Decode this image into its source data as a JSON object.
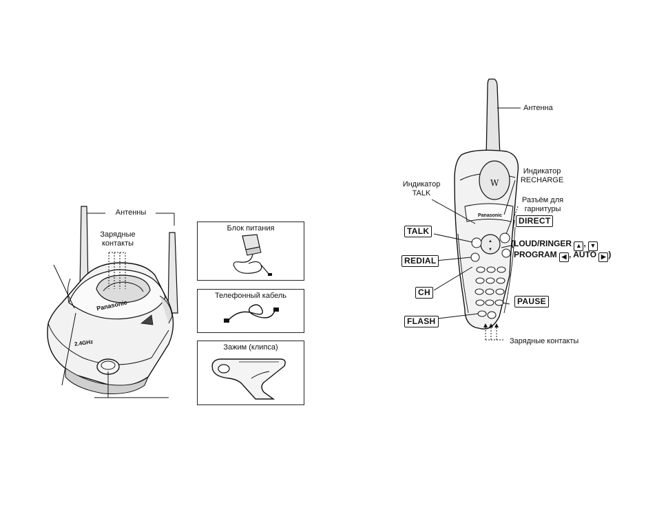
{
  "base": {
    "antennas_label": "Антенны",
    "charge_contacts_label": "Зарядные\nконтакты",
    "brand": "Panasonic",
    "badge": "2.4GHz"
  },
  "accessories": [
    {
      "name": "power-adapter",
      "label": "Блок питания"
    },
    {
      "name": "phone-cable",
      "label": "Телефонный кабель"
    },
    {
      "name": "belt-clip",
      "label": "Зажим (клипса)"
    }
  ],
  "handset": {
    "antenna_label": "Антенна",
    "recharge_indicator_label": "Индикатор\nRECHARGE",
    "talk_indicator_label": "Индикатор\nTALK",
    "headset_jack_label": "Разъём для\nгарнитуры",
    "brand": "Panasonic",
    "keys": {
      "talk": "TALK",
      "direct": "DIRECT",
      "redial": "REDIAL",
      "ch": "CH",
      "pause": "PAUSE",
      "flash": "FLASH",
      "loud_ringer": "(LOUD/RINGER",
      "program": "PROGRAM",
      "auto": "AUTO"
    },
    "charge_contacts_label": "Зарядные контакты"
  }
}
